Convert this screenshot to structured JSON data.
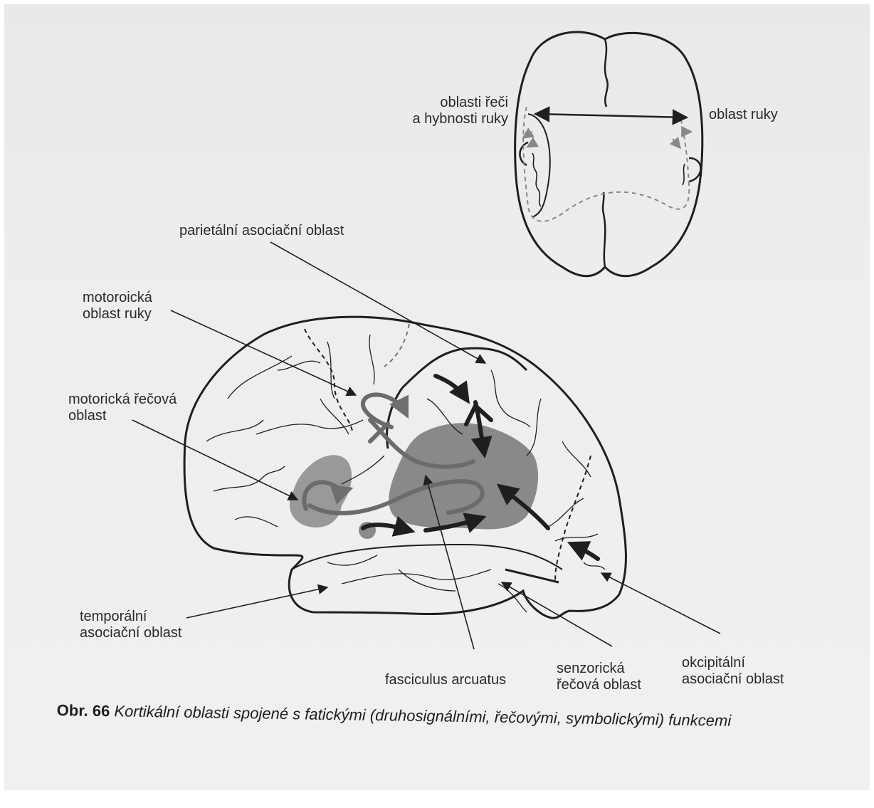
{
  "labels": {
    "speech_hand": "oblasti řeči\na hybnosti ruky",
    "hand_area": "oblast ruky",
    "parietal": "parietální asociační oblast",
    "motor_hand": "motoroická\noblast ruky",
    "motor_speech": "motorická řečová\noblast",
    "temporal": "temporální\nasociační oblast",
    "fasciculus": "fasciculus arcuatus",
    "sensory_speech": "senzorická\nřečová oblast",
    "occipital": "okcipitální\nasociační oblast"
  },
  "caption": {
    "number": "Obr. 66",
    "text": "Kortikální oblasti spojené s fatickými (druhosignálními, řečovými, symbolickými) funkcemi"
  },
  "colors": {
    "outline": "#1f1f1f",
    "shaded_region": "#7b7b7b",
    "dashed": "#777777",
    "paper": "#ececed"
  }
}
